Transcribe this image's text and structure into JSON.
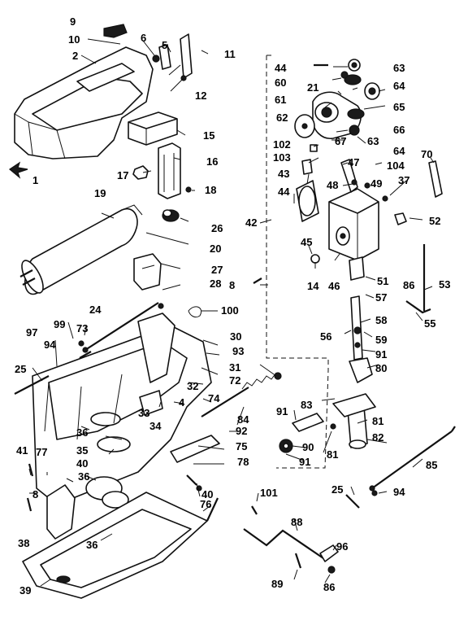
{
  "callouts": [
    "9",
    "10",
    "6",
    "5",
    "2",
    "11",
    "12",
    "1",
    "15",
    "16",
    "17",
    "18",
    "19",
    "26",
    "20",
    "27",
    "28",
    "8",
    "24",
    "100",
    "97",
    "99",
    "73",
    "94",
    "25",
    "30",
    "93",
    "31",
    "72",
    "32",
    "4",
    "74",
    "33",
    "34",
    "84",
    "92",
    "75",
    "78",
    "36",
    "35",
    "41",
    "40",
    "8",
    "38",
    "36",
    "39",
    "76",
    "36",
    "40",
    "77",
    "44",
    "63",
    "60",
    "64",
    "21",
    "65",
    "61",
    "66",
    "62",
    "67",
    "63",
    "64",
    "102",
    "103",
    "47",
    "104",
    "70",
    "43",
    "48",
    "49",
    "37",
    "44",
    "42",
    "52",
    "45",
    "46",
    "14",
    "51",
    "53",
    "86",
    "57",
    "55",
    "58",
    "56",
    "59",
    "91",
    "80",
    "83",
    "91",
    "81",
    "90",
    "82",
    "81",
    "91",
    "85",
    "25",
    "94",
    "101",
    "88",
    "96",
    "89",
    "86"
  ]
}
